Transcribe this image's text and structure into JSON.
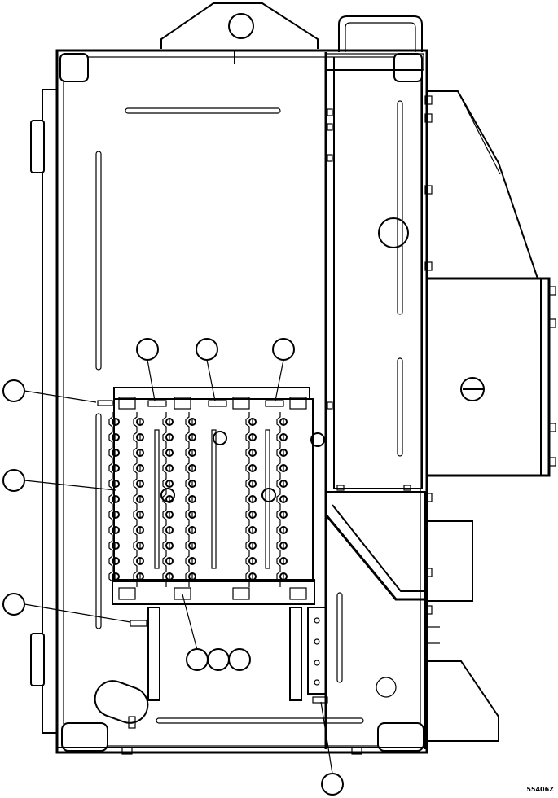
{
  "figure": {
    "drawing_code": "55406Z"
  },
  "callouts": [
    {
      "id": "callout-left-1",
      "text": ""
    },
    {
      "id": "callout-left-2",
      "text": ""
    },
    {
      "id": "callout-left-3",
      "text": ""
    },
    {
      "id": "callout-top-1",
      "text": ""
    },
    {
      "id": "callout-top-2",
      "text": ""
    },
    {
      "id": "callout-top-3",
      "text": ""
    },
    {
      "id": "callout-bottom-1",
      "text": ""
    },
    {
      "id": "callout-bottom-2",
      "text": ""
    },
    {
      "id": "callout-bottom-3",
      "text": ""
    },
    {
      "id": "callout-bottom-4",
      "text": ""
    }
  ],
  "terminal_blocks": {
    "columns": 6,
    "terminals_per_column": 11
  }
}
